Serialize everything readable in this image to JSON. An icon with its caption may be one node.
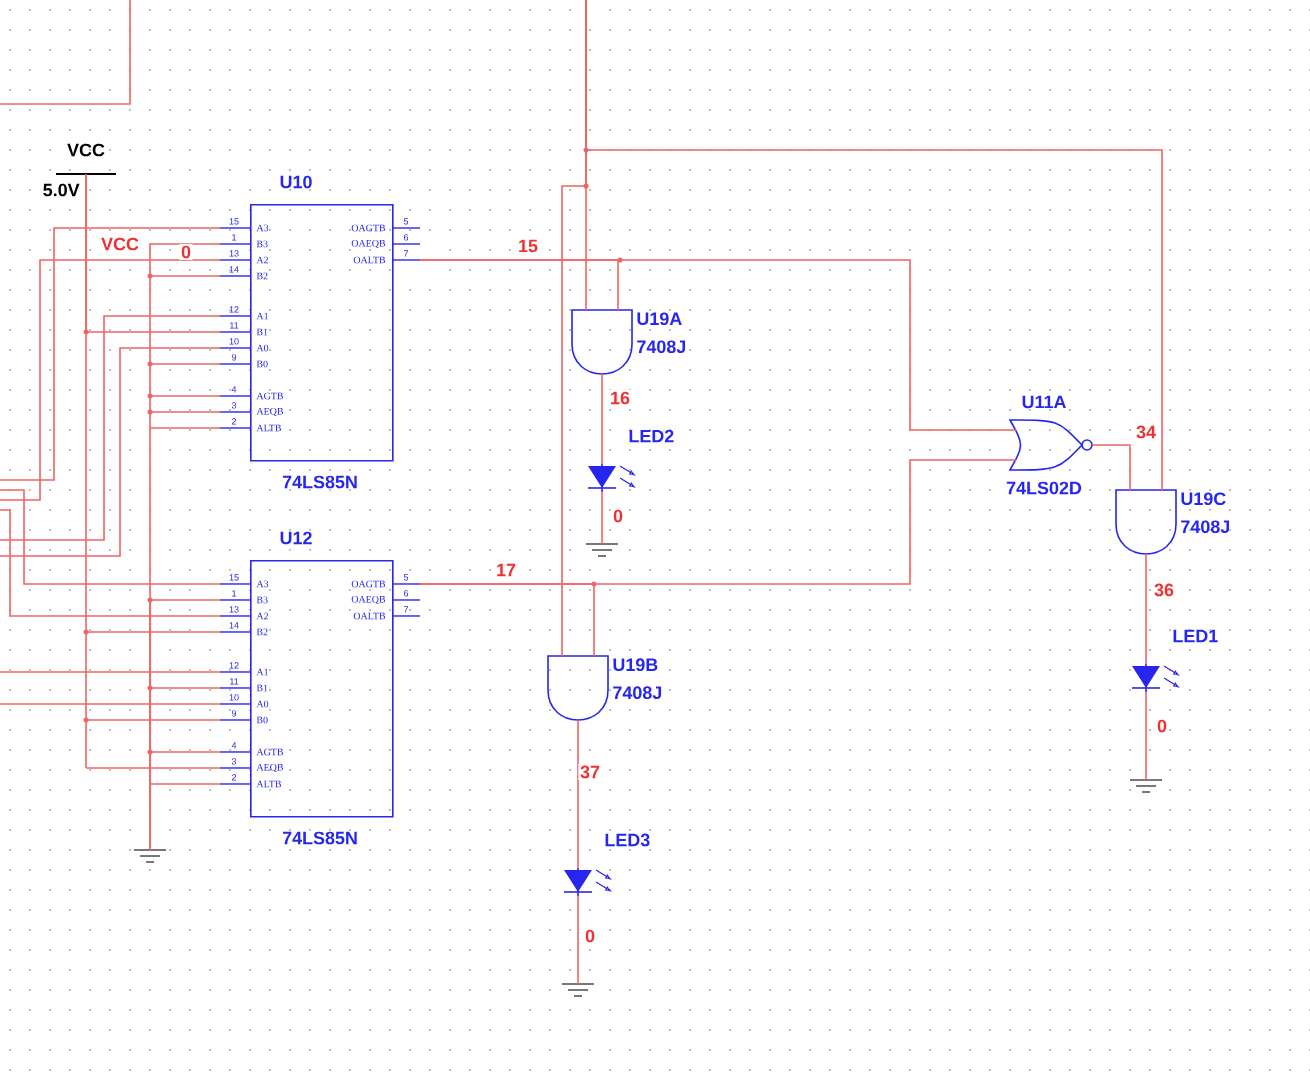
{
  "diagram": {
    "nodes": [
      {
        "text": [
          "VCC",
          "5.0V"
        ]
      },
      {
        "text": [
          "U10",
          "A3",
          "B3",
          "A2",
          "B2",
          "A1",
          "B1",
          "A0",
          "B0",
          "AGTB",
          "AEQB",
          "ALTB",
          "OAGTB",
          "OAEQB",
          "OALTB",
          "74LS85N"
        ],
        "beside": [
          "15",
          "1",
          "13",
          "14",
          "12",
          "11",
          "10",
          "9",
          "4",
          "3",
          "2",
          "5",
          "6",
          "7"
        ]
      },
      {
        "text": [
          "U12",
          "A3",
          "B3",
          "A2",
          "B2",
          "A1",
          "B1",
          "A0",
          "B0",
          "AGTB",
          "AEQB",
          "ALTB",
          "OAGTB",
          "OAEQB",
          "OALTB",
          "74LS85N"
        ],
        "beside": [
          "15",
          "1",
          "13",
          "14",
          "12",
          "11",
          "10",
          "9",
          "4",
          "3",
          "2",
          "5",
          "6",
          "7"
        ]
      },
      {
        "text": [
          "U19A",
          "7408J"
        ]
      },
      {
        "text": [
          "LED2"
        ]
      },
      {
        "text": [
          "U11A",
          "74LS02D"
        ]
      },
      {
        "text": [
          "U19C",
          "7408J"
        ]
      },
      {
        "text": [
          "LED1"
        ]
      },
      {
        "text": [
          "U19B",
          "7408J"
        ]
      },
      {
        "text": [
          "LED3"
        ]
      },
      {
        "text": [],
        "shape": "ground"
      },
      {
        "text": [],
        "shape": "ground"
      },
      {
        "text": [],
        "shape": "ground"
      },
      {
        "text": [],
        "shape": "ground"
      }
    ],
    "edges": [
      {
        "from": 1,
        "to": 3,
        "arrow": "none",
        "label": "15"
      },
      {
        "from": 1,
        "to": 5,
        "arrow": "none"
      },
      {
        "from": 2,
        "to": 5,
        "arrow": "none",
        "label": "17"
      },
      {
        "from": 2,
        "to": 8,
        "arrow": "none"
      },
      {
        "from": 3,
        "to": 4,
        "arrow": "none",
        "label": "16"
      },
      {
        "from": 4,
        "to": 12,
        "arrow": "none",
        "label": "0"
      },
      {
        "from": 5,
        "to": 6,
        "arrow": "none",
        "label": "34"
      },
      {
        "from": 6,
        "to": 7,
        "arrow": "none",
        "label": "36"
      },
      {
        "from": 7,
        "to": 13,
        "arrow": "none",
        "label": "0"
      },
      {
        "from": 8,
        "to": 9,
        "arrow": "none",
        "label": "37"
      },
      {
        "from": 9,
        "to": 11,
        "arrow": "none",
        "label": "0"
      },
      {
        "from": 0,
        "to": 1,
        "arrow": "none",
        "label": "VCC"
      },
      {
        "from": 0,
        "to": 2,
        "arrow": "none"
      },
      {
        "from": 10,
        "to": 1,
        "arrow": "none",
        "label": "0"
      },
      {
        "from": 10,
        "to": 2,
        "arrow": "none"
      },
      {
        "from": null,
        "to": 3,
        "arrow": "none"
      },
      {
        "from": null,
        "to": 6,
        "arrow": "none"
      },
      {
        "from": null,
        "to": 8,
        "arrow": "none"
      }
    ]
  }
}
